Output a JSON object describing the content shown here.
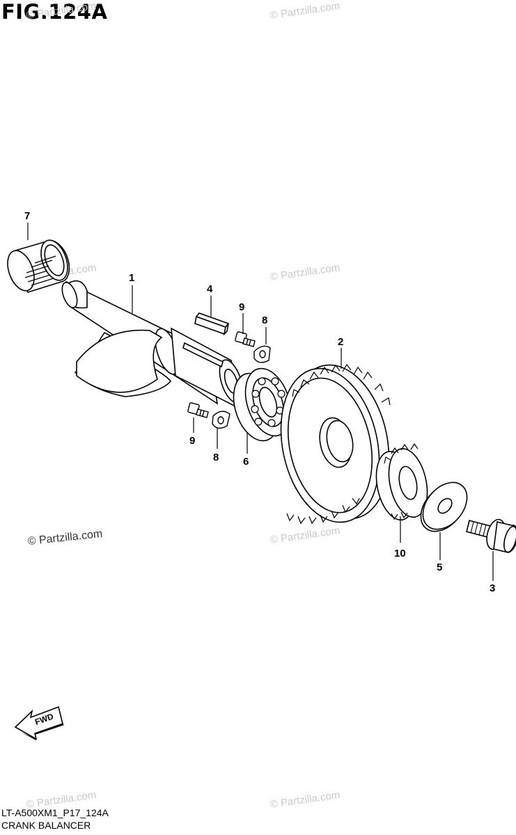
{
  "figure": {
    "title": "FIG.124A"
  },
  "watermarks": {
    "partzilla": "© Partzilla.com"
  },
  "callouts": {
    "c1": "1",
    "c2": "2",
    "c3": "3",
    "c4": "4",
    "c5": "5",
    "c6": "6",
    "c7": "7",
    "c8a": "8",
    "c8b": "8",
    "c9a": "9",
    "c9b": "9",
    "c10": "10"
  },
  "direction_arrow": {
    "label": "FWD"
  },
  "footer": {
    "model_code": "LT-A500XM1_P17_124A",
    "section_name": "CRANK BALANCER"
  }
}
